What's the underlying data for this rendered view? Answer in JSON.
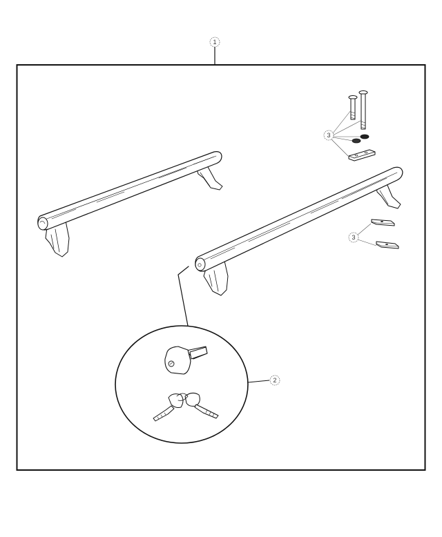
{
  "diagram": {
    "type": "exploded parts diagram",
    "subject": "Roof rack crossbars kit",
    "colors": {
      "ink": "#111111",
      "background": "#ffffff",
      "callout": "#555555"
    },
    "callouts": [
      {
        "id": 1,
        "label": "1",
        "target": "overall-assembly-frame"
      },
      {
        "id": 2,
        "label": "2",
        "target": "lock-and-keys-detail"
      },
      {
        "id": 3,
        "label": "3",
        "target": "bolts-washers-and-plate"
      },
      {
        "id": 4,
        "label": "3",
        "target": "mounting-pads"
      }
    ],
    "parts": [
      {
        "name": "crossbar-rear",
        "description": "Crossbar with two feet"
      },
      {
        "name": "crossbar-front",
        "description": "Crossbar with two feet and lock cylinder"
      },
      {
        "name": "bolts",
        "description": "Two bolts"
      },
      {
        "name": "washers",
        "description": "Two washers"
      },
      {
        "name": "clamp-plate",
        "description": "Plate with two holes"
      },
      {
        "name": "mounting-pads",
        "description": "Two rubber pads"
      },
      {
        "name": "lock-cylinder",
        "description": "End cap lock cylinder"
      },
      {
        "name": "keys",
        "description": "Pair of keys on ring"
      }
    ]
  }
}
